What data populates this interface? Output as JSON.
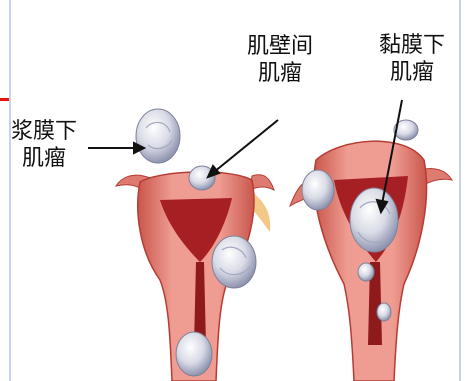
{
  "labels": {
    "subserosal": {
      "line1": "浆膜下",
      "line2": "肌瘤"
    },
    "intramural": {
      "line1": "肌壁间",
      "line2": "肌瘤"
    },
    "submucosal": {
      "line1": "黏膜下",
      "line2": "肌瘤"
    }
  },
  "colors": {
    "muscle": "#e48a80",
    "muscle_dark": "#b63c33",
    "cavity": "#a61f22",
    "tumor": "#d9dbe6",
    "tumor_shade": "#9ea3bd",
    "frame": "#c7d3e8",
    "accent": "#e8140c"
  }
}
